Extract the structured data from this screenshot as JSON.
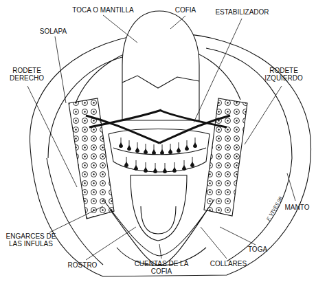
{
  "diagram": {
    "labels": [
      "TOCA O MANTILLA",
      "COFIA",
      "ESTABILIZADOR",
      "SOLAPA",
      "RODETE DERECHO",
      "RODETE IZQUIERDO",
      "ENGARCES DE LAS INFULAS",
      "MANTO",
      "TOGA",
      "ROSTRO",
      "CUENTAS DE LA COFIA",
      "COLLARES",
      "F. VIVES 98"
    ]
  }
}
